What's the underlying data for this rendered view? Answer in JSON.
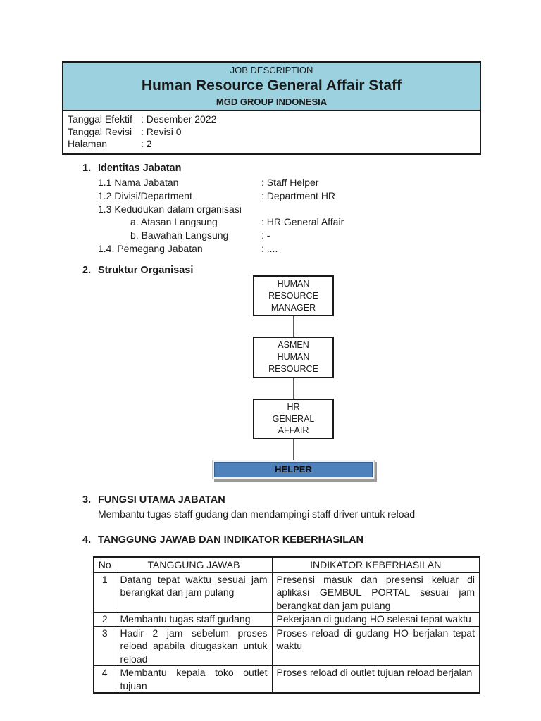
{
  "colors": {
    "header_bg": "#9cd2df",
    "helper_bar_bg": "#4f81bd",
    "border": "#1a1a1a"
  },
  "header": {
    "doc_type": "JOB DESCRIPTION",
    "title": "Human Resource General Affair Staff",
    "company": "MGD GROUP INDONESIA",
    "meta": [
      {
        "label": "Tanggal Efektif",
        "value": ": Desember 2022"
      },
      {
        "label": "Tanggal Revisi",
        "value": ": Revisi 0"
      },
      {
        "label": "Halaman",
        "value": ": 2"
      }
    ]
  },
  "identitas": {
    "number": "1.",
    "title": "Identitas Jabatan",
    "rows": [
      {
        "label": "1.1 Nama Jabatan",
        "value": ": Staff Helper"
      },
      {
        "label": "1.2 Divisi/Department",
        "value": ": Department HR"
      },
      {
        "label": "1.3 Kedudukan dalam organisasi",
        "value": ""
      },
      {
        "label": "a. Atasan Langsung",
        "value": ": HR General Affair"
      },
      {
        "label": "b. Bawahan Langsung",
        "value": ": -"
      },
      {
        "label": "1.4. Pemegang Jabatan",
        "value": ": ...."
      }
    ]
  },
  "struktur": {
    "number": "2.",
    "title": "Struktur Organisasi",
    "boxes": [
      "HUMAN\nRESOURCE\nMANAGER",
      "ASMEN\nHUMAN\nRESOURCE",
      "HR\nGENERAL\nAFFAIR"
    ],
    "helper_label": "HELPER"
  },
  "fungsi": {
    "number": "3.",
    "title": "FUNGSI UTAMA JABATAN",
    "body": "Membantu tugas staff gudang dan mendampingi staff driver untuk reload"
  },
  "tanggung_jawab": {
    "number": "4.",
    "title": "TANGGUNG JAWAB DAN INDIKATOR KEBERHASILAN",
    "table": {
      "headers": [
        "No",
        "TANGGUNG JAWAB",
        "INDIKATOR KEBERHASILAN"
      ],
      "rows": [
        {
          "no": "1",
          "tanggung_jawab": "Datang tepat waktu sesuai jam berangkat dan jam pulang",
          "indikator": "Presensi masuk dan presensi keluar di aplikasi GEMBUL PORTAL sesuai jam berangkat dan jam pulang"
        },
        {
          "no": "2",
          "tanggung_jawab": "Membantu tugas staff gudang",
          "indikator": "Pekerjaan di gudang HO selesai tepat waktu"
        },
        {
          "no": "3",
          "tanggung_jawab": "Hadir 2 jam sebelum proses reload apabila ditugaskan untuk reload",
          "indikator": "Proses reload di gudang HO berjalan tepat waktu"
        },
        {
          "no": "4",
          "tanggung_jawab": "Membantu kepala toko outlet tujuan",
          "indikator": "Proses reload di outlet tujuan reload berjalan"
        }
      ]
    }
  }
}
